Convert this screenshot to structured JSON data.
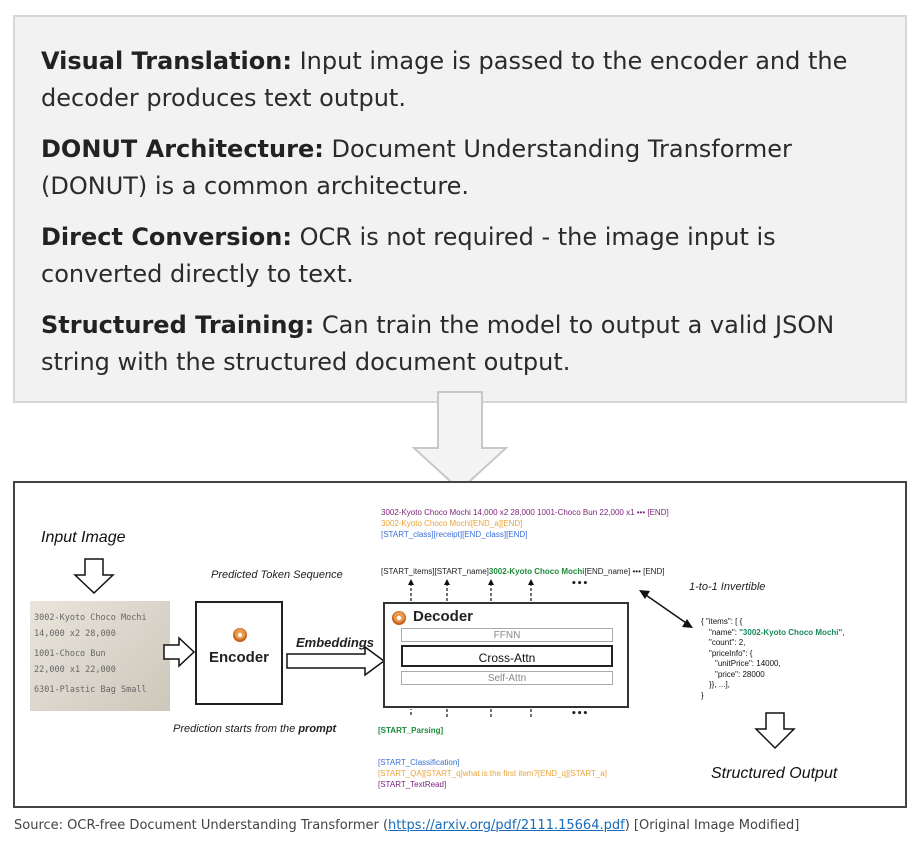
{
  "info": [
    {
      "term": "Visual Translation:",
      "text": " Input image is passed to the encoder and the decoder produces text output."
    },
    {
      "term": "DONUT Architecture:",
      "text": " Document Understanding Transformer (DONUT) is a common architecture."
    },
    {
      "term": "Direct Conversion:",
      "text": " OCR is not required - the image input is converted directly to text."
    },
    {
      "term": "Structured Training:",
      "text": " Can train the model to output a valid JSON string with the structured document output."
    }
  ],
  "diagram": {
    "input_image_label": "Input Image",
    "receipt_lines": [
      "3002-Kyoto Choco Mochi",
      "  14,000  x2   28,000",
      "1001-Choco Bun",
      "  22,000  x1   22,000",
      "6301-Plastic Bag Small"
    ],
    "encoder_label": "Encoder",
    "embeddings_label": "Embeddings",
    "decoder_label": "Decoder",
    "ffnn_label": "FFNN",
    "cross_attn_label": "Cross-Attn",
    "self_attn_label": "Self-Attn",
    "predicted_token_label": "Predicted Token Sequence",
    "outputs": {
      "line1": "3002-Kyoto Choco Mochi 14,000 x2 28,000 1001-Choco Bun 22,000 x1 ••• [END]",
      "line2": "3002-Kyoto Choco Mochi[END_a][END]",
      "line3": "[START_class][receipt][END_class][END]"
    },
    "token_seq_a": "[START_items][START_name]",
    "token_seq_b": "3002-Kyoto Choco Mochi",
    "token_seq_c": "[END_name] ••• [END]",
    "dots": "•••",
    "invertible_label": "1-to-1 Invertible",
    "prediction_prompt_a": "Prediction starts from the ",
    "prediction_prompt_b": "prompt",
    "start_parsing": "[START_Parsing]",
    "prompts": {
      "classification": "[START_Classification]",
      "qa": "[START_QA][START_q]what is the first item?[END_q][START_a]",
      "textread": "[START_TextRead]"
    },
    "json": {
      "l1": "{ \"items\": [ {",
      "l2a": "\"name\": ",
      "l2b": "\"3002-Kyoto Choco Mochi\"",
      "l2c": ",",
      "l3": "\"count\": 2,",
      "l4": "\"priceInfo\": {",
      "l5": "\"unitPrice\": 14000,",
      "l6": "\"price\": 28000",
      "l7": "}}, ...],",
      "l8": "}"
    },
    "structured_output_label": "Structured Output",
    "colors": {
      "purple": "#7a1f7a",
      "orange": "#e8a33a",
      "blue": "#3a6fd8",
      "green": "#1f8a3a",
      "json_green": "#1a8a5a",
      "donut": "#c8601a"
    }
  },
  "caption": {
    "prefix": "Source: OCR-free Document Understanding Transformer (",
    "link": "https://arxiv.org/pdf/2111.15664.pdf",
    "suffix": ") [Original Image Modified]"
  }
}
